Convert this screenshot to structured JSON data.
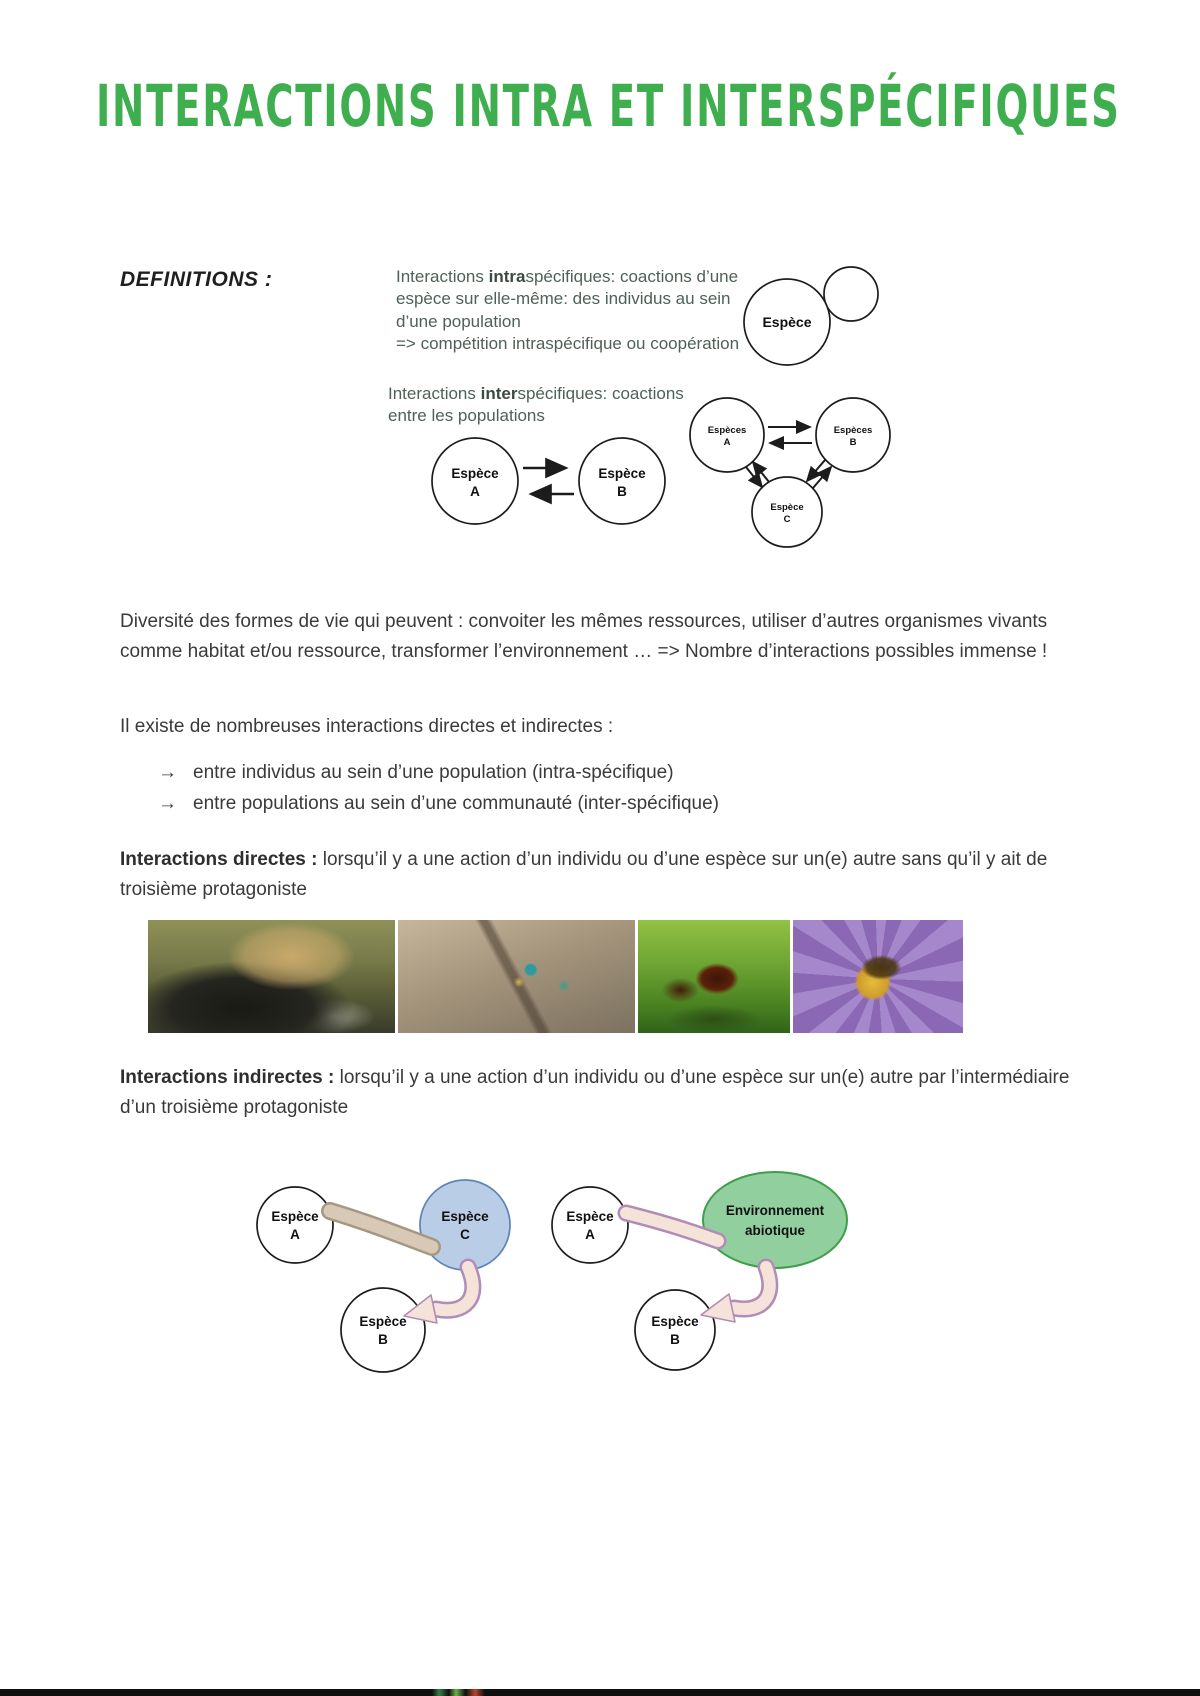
{
  "page": {
    "title": "INTERACTIONS INTRA ET INTERSPÉCIFIQUES"
  },
  "colors": {
    "title_green": "#3fae4f",
    "definition_text": "#4f6157",
    "espece_c_fill": "#b9cde6",
    "environment_fill": "#92cf9e"
  },
  "definitions": {
    "heading": "DEFINITIONS :",
    "intra": {
      "lead": "Interactions ",
      "bold": "intra",
      "rest": "spécifiques: coactions d’une espèce sur elle-même: des individus au sein d’une population",
      "line2": "=> compétition intraspécifique ou coopération"
    },
    "inter": {
      "lead": "Interactions ",
      "bold": "inter",
      "rest": "spécifiques: coactions entre les populations"
    }
  },
  "diagrams": {
    "intra": {
      "label": "Espèce"
    },
    "pair": {
      "a_top": "Espèce",
      "a_bottom": "A",
      "b_top": "Espèce",
      "b_bottom": "B"
    },
    "triangle": {
      "a_top": "Espèces",
      "a_bottom": "A",
      "b_top": "Espèces",
      "b_bottom": "B",
      "c_top": "Espèce",
      "c_bottom": "C"
    },
    "indirect_species": {
      "a_top": "Espèce",
      "a_bottom": "A",
      "c_top": "Espèce",
      "c_bottom": "C",
      "b_top": "Espèce",
      "b_bottom": "B"
    },
    "indirect_env": {
      "a_top": "Espèce",
      "a_bottom": "A",
      "env_top": "Environnement",
      "env_bottom": "abiotique",
      "b_top": "Espèce",
      "b_bottom": "B"
    }
  },
  "body": {
    "p1": "Diversité des formes de vie qui peuvent : convoiter les mêmes ressources, utiliser d’autres organismes vivants comme habitat et/ou ressource, transformer l’environnement … => Nombre d’interactions possibles immense !",
    "p2": "Il existe de nombreuses interactions directes et indirectes :",
    "bullets": [
      {
        "arrow": "→",
        "text": "entre individus au sein d’une population (intra-spécifique)"
      },
      {
        "arrow": "→",
        "text": "entre populations au sein d’une communauté (inter-spécifique)"
      }
    ],
    "directes_bold": "Interactions directes :",
    "directes_rest": " lorsqu’il y a une action d’un individu ou d’une espèce sur un(e) autre sans qu’il y ait de troisième protagoniste",
    "indirectes_bold": "Interactions indirectes :",
    "indirectes_rest": " lorsqu’il y a une action d’un individu ou d’une espèce sur un(e) autre par l’intermédiaire d’un troisième protagoniste"
  },
  "photos": [
    {
      "name": "lioness-attacking-buffalo"
    },
    {
      "name": "bee-eater-birds-on-cliff"
    },
    {
      "name": "ants-on-moss"
    },
    {
      "name": "honeybee-on-purple-flower"
    }
  ]
}
